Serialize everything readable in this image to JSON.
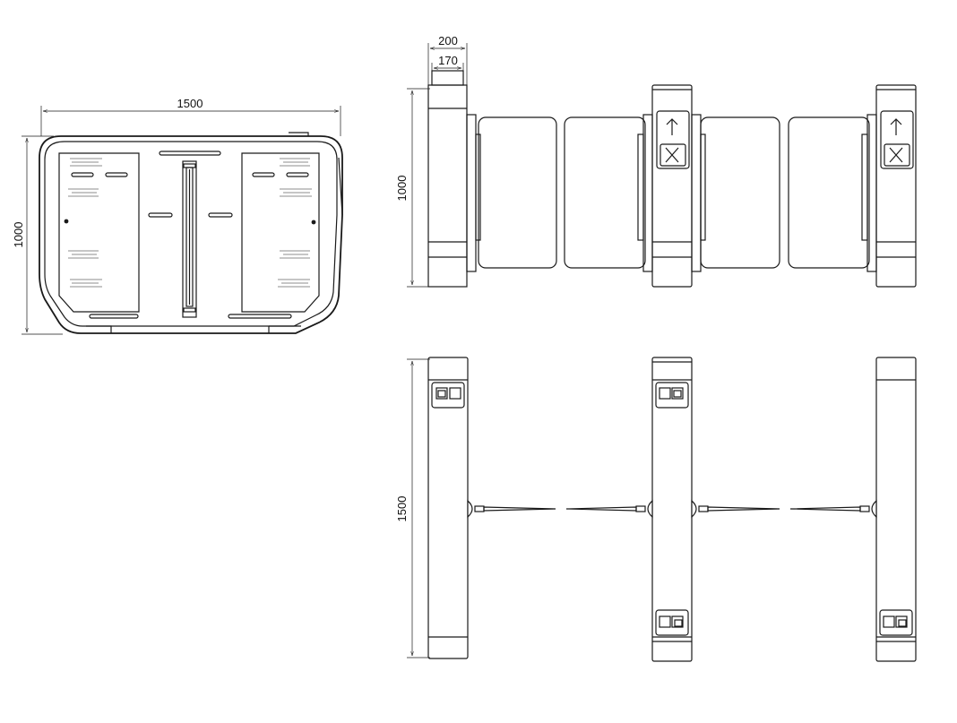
{
  "dimensions": {
    "end_view_width": "1500",
    "end_view_height": "1000",
    "side_top_outer": "200",
    "side_top_inner": "170",
    "side_height": "1000",
    "plan_length": "1500"
  },
  "colors": {
    "line": "#1a1a1a",
    "background": "#ffffff"
  },
  "icons": {
    "arrow_panel": "up-arrow-icon",
    "cross_panel": "cross-icon"
  }
}
